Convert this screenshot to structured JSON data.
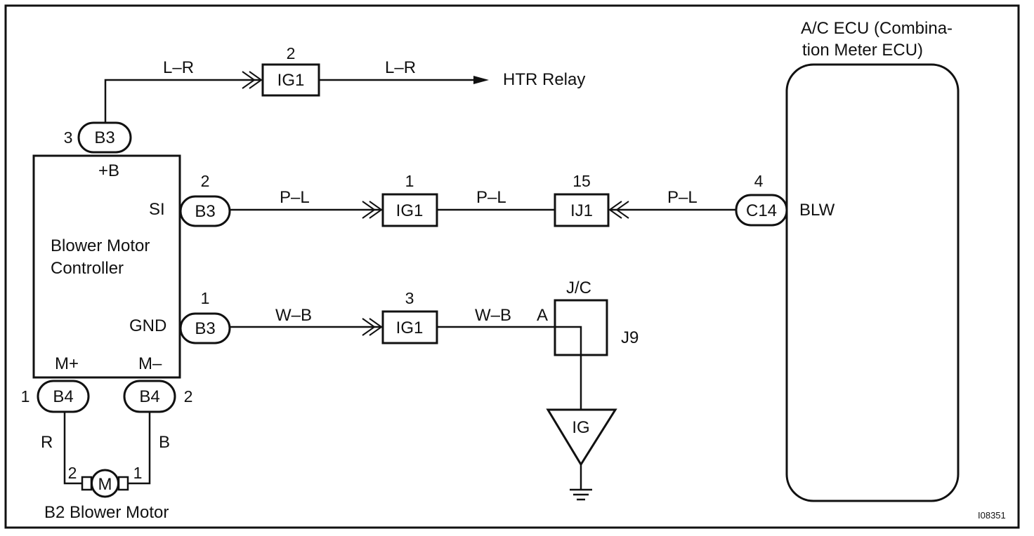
{
  "components": {
    "blower_motor_controller": {
      "name_line1": "Blower Motor",
      "name_line2": "Controller",
      "terminal_plus_b": "+B",
      "terminal_si": "SI",
      "terminal_gnd": "GND",
      "terminal_m_plus": "M+",
      "terminal_m_minus": "M–"
    },
    "ac_ecu": {
      "name_line1": "A/C  ECU  (Combina-",
      "name_line2": "tion Meter ECU)",
      "terminal_blw": "BLW"
    },
    "blower_motor": {
      "name": "B2 Blower Motor",
      "symbol": "M",
      "pin_left": "2",
      "pin_right": "1"
    },
    "junction_connector": {
      "name": "J/C",
      "id": "J9",
      "pin": "A"
    },
    "ground": {
      "label": "IG"
    },
    "htr_relay": "HTR Relay"
  },
  "connectors": {
    "b3_top": {
      "label": "B3",
      "pin": "3"
    },
    "b3_si": {
      "label": "B3",
      "pin": "2"
    },
    "b3_gnd": {
      "label": "B3",
      "pin": "1"
    },
    "b4_left": {
      "label": "B4",
      "pin": "1"
    },
    "b4_right": {
      "label": "B4",
      "pin": "2"
    },
    "c14": {
      "label": "C14",
      "pin": "4"
    },
    "ig1_top": {
      "label": "IG1",
      "pin": "2"
    },
    "ig1_mid": {
      "label": "IG1",
      "pin": "1"
    },
    "ig1_bot": {
      "label": "IG1",
      "pin": "3"
    },
    "ij1": {
      "label": "IJ1",
      "pin": "15"
    }
  },
  "wires": {
    "top_left": "L–R",
    "top_right": "L–R",
    "mid_left": "P–L",
    "mid_center": "P–L",
    "mid_right": "P–L",
    "bot_left": "W–B",
    "bot_right": "W–B",
    "motor_left": "R",
    "motor_right": "B"
  },
  "figure_id": "I08351"
}
